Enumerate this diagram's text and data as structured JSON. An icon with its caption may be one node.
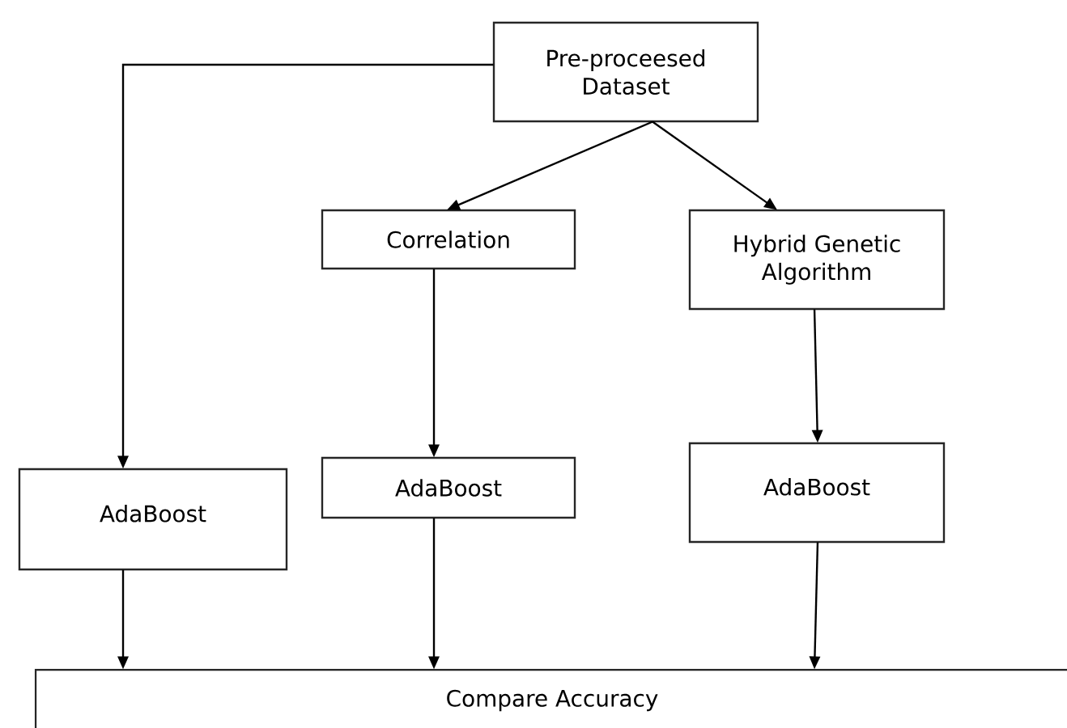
{
  "diagram": {
    "nodes": [
      {
        "text": [
          "Pre-proceesed Dataset"
        ]
      },
      {
        "text": [
          "Correlation"
        ]
      },
      {
        "text": [
          "Hybrid Genetic Algorithm"
        ]
      },
      {
        "text": [
          "AdaBoost"
        ]
      },
      {
        "text": [
          "AdaBoost"
        ]
      },
      {
        "text": [
          "AdaBoost"
        ]
      },
      {
        "text": [
          "Compare Accuracy"
        ]
      }
    ],
    "edges": [
      {
        "from": 0,
        "to": 3,
        "arrow": "to"
      },
      {
        "from": 0,
        "to": 1,
        "arrow": "to"
      },
      {
        "from": 0,
        "to": 2,
        "arrow": "to"
      },
      {
        "from": 1,
        "to": 4,
        "arrow": "to"
      },
      {
        "from": 2,
        "to": 5,
        "arrow": "to"
      },
      {
        "from": 3,
        "to": 6,
        "arrow": "to"
      },
      {
        "from": 4,
        "to": 6,
        "arrow": "to"
      },
      {
        "from": 5,
        "to": 6,
        "arrow": "to"
      }
    ]
  }
}
